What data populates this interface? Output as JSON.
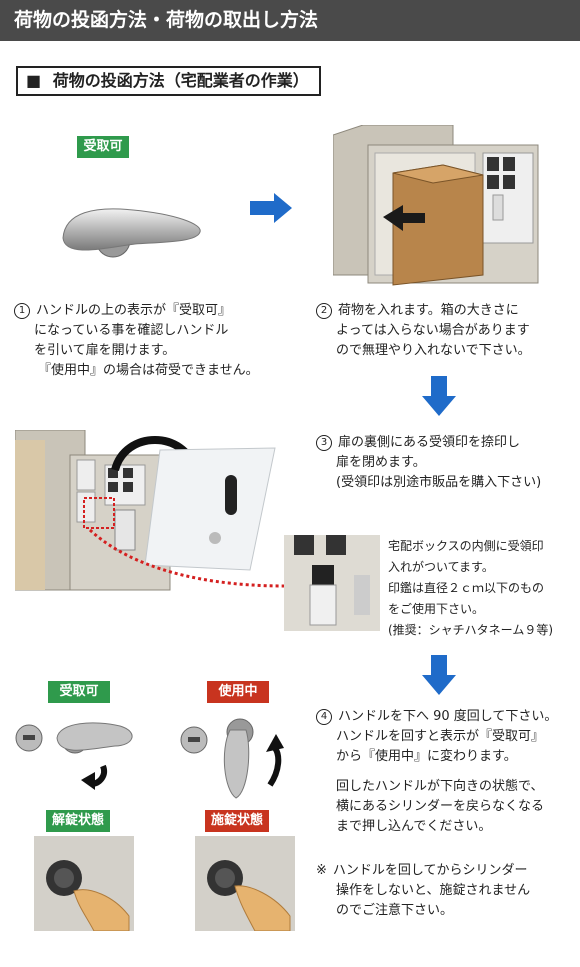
{
  "header": {
    "title": "荷物の投函方法・荷物の取出し方法"
  },
  "section": {
    "marker": "■",
    "title": "荷物の投函方法（宅配業者の作業）"
  },
  "step1": {
    "badge": "受取可",
    "number": "1",
    "lines": [
      "ハンドルの上の表示が『受取可』",
      "になっている事を確認しハンドル",
      "を引いて扉を開けます。",
      "『使用中』の場合は荷受できません。"
    ]
  },
  "step2": {
    "number": "2",
    "lines": [
      "荷物を入れます。箱の大きさに",
      "よっては入らない場合があります",
      "ので無理やり入れないで下さい。"
    ]
  },
  "step3": {
    "number": "3",
    "lines": [
      "扉の裏側にある受領印を捺印し",
      "扉を閉めます。",
      "(受領印は別途市販品を購入下さい)"
    ]
  },
  "stamp_note": {
    "lines": [
      "宅配ボックスの内側に受領印",
      "入れがついてます。",
      "印鑑は直径２ｃｍ以下のもの",
      "をご使用下さい。",
      "(推奨：シャチハタネーム９等)"
    ]
  },
  "step4": {
    "badge_left": "受取可",
    "badge_right": "使用中",
    "state_left": "解錠状態",
    "state_right": "施錠状態",
    "number": "4",
    "lines": [
      "ハンドルを下へ 90 度回して下さい。",
      "ハンドルを回すと表示が『受取可』",
      "から『使用中』に変わります。"
    ],
    "lines2": [
      "回したハンドルが下向きの状態で、",
      "横にあるシリンダーを戻らなくなる",
      "まで押し込んでください。"
    ]
  },
  "caution": {
    "mark": "※",
    "lines": [
      "ハンドルを回してからシリンダー",
      "操作をしないと、施錠されません",
      "のでご注意下さい。"
    ]
  },
  "colors": {
    "header_bg": "#4a4a4a",
    "arrow_blue": "#1f6bc9",
    "badge_green": "#2f9a4c",
    "badge_red": "#c8341f",
    "dotted_red": "#d42020"
  }
}
